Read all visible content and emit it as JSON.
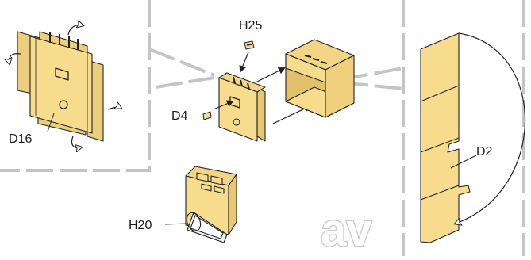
{
  "labels": {
    "d16": "D16",
    "h25": "H25",
    "d4": "D4",
    "h20": "H20",
    "d2": "D2"
  },
  "watermark": "av",
  "colors": {
    "part_fill": "#f7dc8e",
    "part_side": "#e9c872",
    "outline": "#222222",
    "divider": "#c4c4c4",
    "arrow": "#222222"
  },
  "icons": [
    "fold-arrow-icon",
    "assembly-arrow-icon",
    "slot-icon",
    "hole-icon",
    "bent-wire-icon"
  ]
}
